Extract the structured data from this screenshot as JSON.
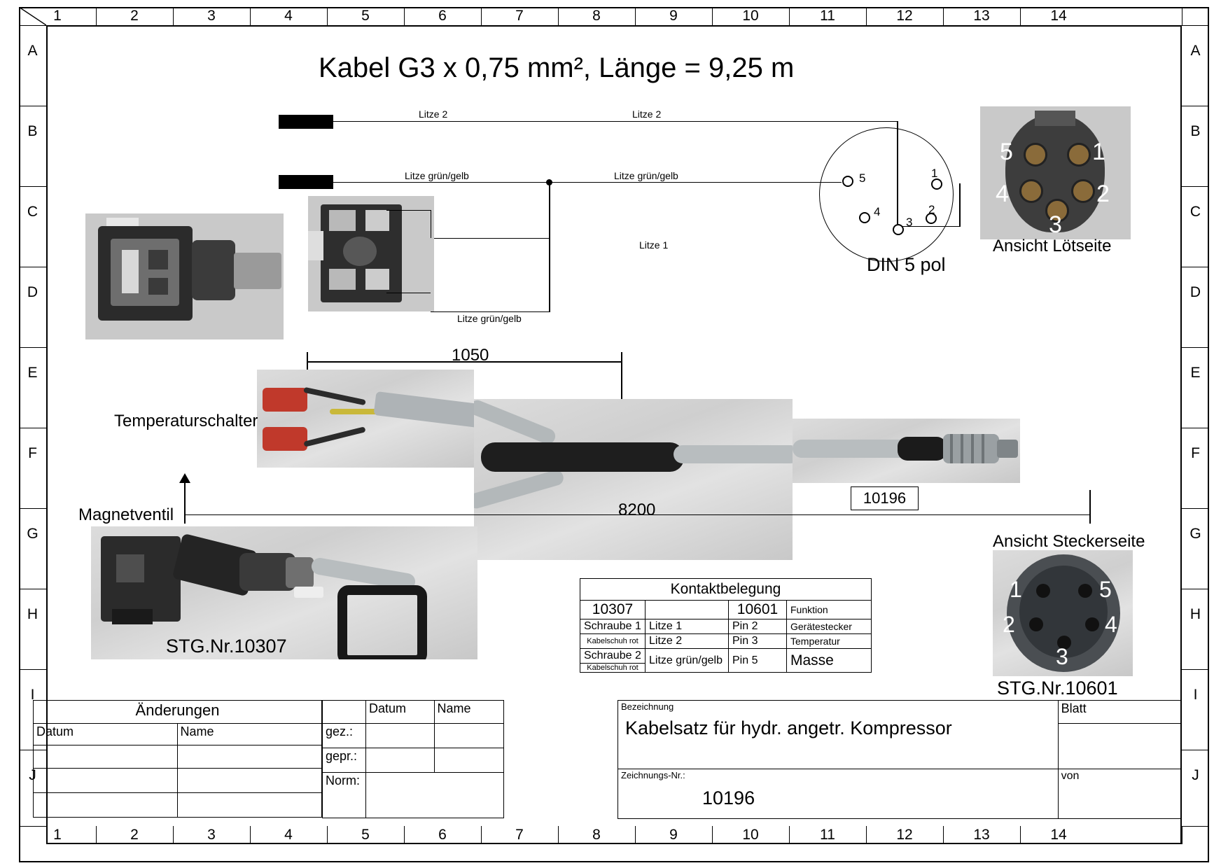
{
  "sheet": {
    "title": "Kabel G3 x 0,75 mm², Länge = 9,25 m",
    "zones_top": [
      "1",
      "2",
      "3",
      "4",
      "5",
      "6",
      "7",
      "8",
      "9",
      "10",
      "11",
      "12",
      "13",
      "14"
    ],
    "zones_bottom": [
      "1",
      "2",
      "3",
      "4",
      "5",
      "6",
      "7",
      "8",
      "9",
      "10",
      "11",
      "12",
      "13",
      "14"
    ],
    "zones_left": [
      "A",
      "B",
      "C",
      "D",
      "E",
      "F",
      "G",
      "H",
      "I",
      "J"
    ],
    "zones_right": [
      "A",
      "B",
      "C",
      "D",
      "E",
      "F",
      "G",
      "H",
      "I",
      "J"
    ]
  },
  "wiring": {
    "litze2_left": "Litze 2",
    "litze2_right": "Litze 2",
    "gruengelb_left": "Litze grün/gelb",
    "gruengelb_right": "Litze grün/gelb",
    "litze1": "Litze 1",
    "gruengelb_bottom": "Litze grün/gelb",
    "din_caption": "DIN 5 pol",
    "pins": [
      "1",
      "2",
      "3",
      "4",
      "5"
    ]
  },
  "photos": {
    "loetseite_caption": "Ansicht Lötseite",
    "loetseite_pins": [
      "1",
      "2",
      "3",
      "4",
      "5"
    ],
    "steckerseite_caption": "Ansicht Steckerseite",
    "steckerseite_pins": [
      "1",
      "2",
      "3",
      "4",
      "5"
    ],
    "steckerseite_label": "STG.Nr.10601",
    "magnetventil_label": "STG.Nr.10307"
  },
  "annotations": {
    "temperaturschalter": "Temperaturschalter",
    "magnetventil": "Magnetventil",
    "dim_1050": "1050",
    "dim_8200": "8200",
    "cable_tag": "10196"
  },
  "contact_table": {
    "title": "Kontaktbelegung",
    "header": [
      "10307",
      "",
      "10601",
      "Funktion"
    ],
    "rows": [
      {
        "left_main": "Schraube 1",
        "left_sub": "Kabelschuh rot",
        "wire": "Litze 1",
        "pin": "Pin 2",
        "function": "Gerätestecker"
      },
      {
        "left_main": "Kabelschuh rot",
        "left_sub": "",
        "wire": "Litze 2",
        "pin": "Pin 3",
        "function": "Temperatur"
      },
      {
        "left_main": "Schraube 2",
        "left_sub": "Kabelschuh rot",
        "wire": "Litze grün/gelb",
        "pin": "Pin 5",
        "function": "Masse"
      }
    ]
  },
  "title_block": {
    "aenderungen": "Änderungen",
    "datum_left": "Datum",
    "name_left": "Name",
    "datum_mid": "Datum",
    "name_mid": "Name",
    "gez": "gez.:",
    "gepr": "gepr.:",
    "norm": "Norm:",
    "bezeichnung_label": "Bezeichnung",
    "bezeichnung_value": "Kabelsatz für hydr. angetr. Kompressor",
    "zeichnungsnr_label": "Zeichnungs-Nr.:",
    "zeichnungsnr_value": "10196",
    "blatt_label": "Blatt",
    "von_label": "von"
  }
}
